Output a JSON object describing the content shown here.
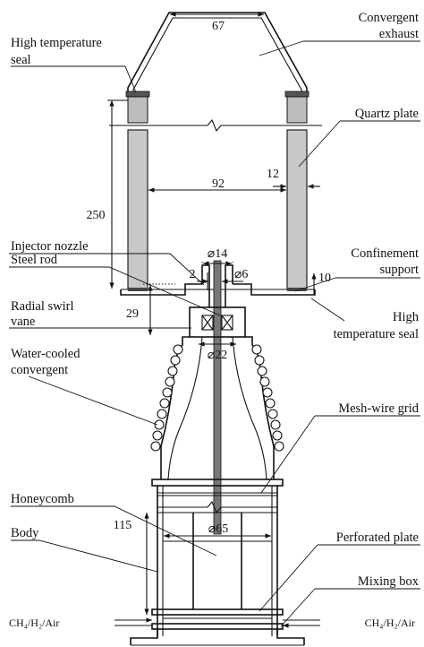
{
  "labels": {
    "convergent_exhaust_1": "Convergent",
    "convergent_exhaust_2": "exhaust",
    "high_temp_seal_top_1": "High temperature",
    "high_temp_seal_top_2": "seal",
    "quartz_plate": "Quartz plate",
    "injector_nozzle": "Injector nozzle",
    "confinement_support_1": "Confinement",
    "confinement_support_2": "support",
    "steel_rod": "Steel rod",
    "radial_swirl_vane_1": "Radial swirl",
    "radial_swirl_vane_2": "vane",
    "high_temp_seal_bottom_1": "High",
    "high_temp_seal_bottom_2": "temperature seal",
    "water_cooled_convergent_1": "Water-cooled",
    "water_cooled_convergent_2": "convergent",
    "mesh_wire_grid": "Mesh-wire grid",
    "honeycomb": "Honeycomb",
    "body": "Body",
    "perforated_plate": "Perforated plate",
    "mixing_box": "Mixing box",
    "inlet_left": "CH₄/H₂/Air",
    "inlet_right": "CH₄/H₂/Air"
  },
  "dimensions": {
    "exhaust_width": "67",
    "chamber_inner_width": "92",
    "quartz_thickness": "12",
    "chamber_height": "250",
    "nozzle_outer_diameter": "⌀14",
    "rod_diameter": "⌀6",
    "nozzle_gap": "2",
    "support_height": "10",
    "swirler_height": "29",
    "swirler_diameter": "⌀22",
    "body_diameter": "⌀65",
    "body_height": "115"
  }
}
